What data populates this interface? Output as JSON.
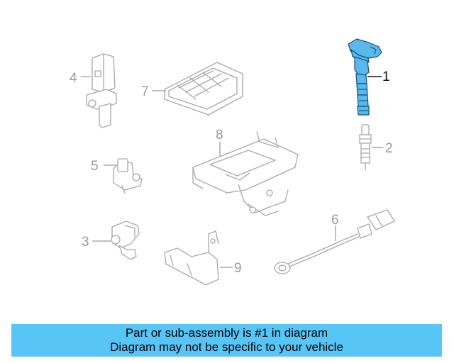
{
  "callouts": {
    "c1": "1",
    "c2": "2",
    "c3": "3",
    "c4": "4",
    "c5": "5",
    "c6": "6",
    "c7": "7",
    "c8": "8",
    "c9": "9"
  },
  "highlighted_part": "1",
  "colors": {
    "highlight_fill": "#57b9ec",
    "highlight_outline": "#1d4f73",
    "banner_background": "#57c5f6",
    "part_outline": "#a8a8a8"
  },
  "banner": {
    "line1": "Part or sub-assembly is #1 in diagram",
    "line2": "Diagram may not be specific to your vehicle"
  }
}
